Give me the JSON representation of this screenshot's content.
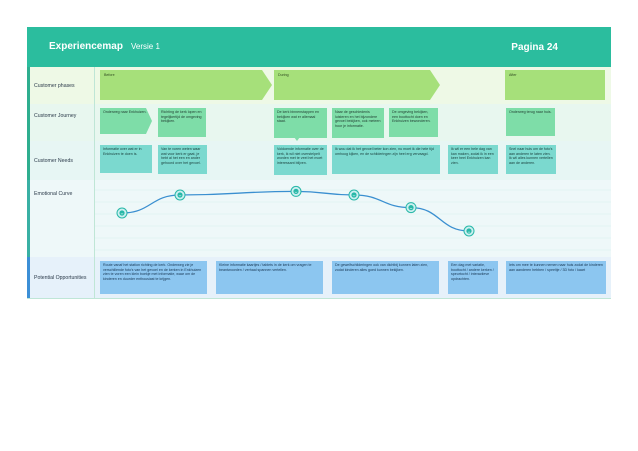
{
  "header": {
    "title": "Experiencemap",
    "version": "Versie 1",
    "page": "Pagina 24"
  },
  "lanes": {
    "phases": "Customer phases",
    "journey": "Customer Journey",
    "needs": "Customer Needs",
    "curve": "Emotional Curve",
    "opportunities": "Potential Opportunities"
  },
  "phases": [
    "Before",
    "During",
    "After"
  ],
  "journey": [
    "Onderweg naar Enkhuizen.",
    "Richting de kerk lopen en tegelijkertijd de omgeving bekijken.",
    "De kerk binnenstappen en bekijken wat er allemaal staat.",
    "Naar de geschiedenis luisteren en het bijzondere gevoel bekijken, ook meteen hoor je informatie.",
    "De omgeving bekijken, een boottocht doen en Enkhuizen bewonderen.",
    "Onderweg terug naar huis."
  ],
  "needs": [
    "Informatie over wat er in Enkhuizen te doen is.",
    "Van te voren weten waar wat voor kerk er gaat, je hebt al het een en ander gehoord over het gevoel.",
    "Voldoende informatie over de kerk, ik wil niet overstelpelt worden met te veel het moet interessant blijven.",
    "Ik wou dat ik het gevoel beter kon zien, nu moet ik die hele tijd omhoog kijken, en de schilderingen zijn heel erg vervaagd.",
    "Ik wil er een hele dag van kan maken, zodat ik in een keer heel Enkhuizen kan zien.",
    "Snel naar huis om de foto's aan anderen te laten zien. Ik wil alles kunnen vertellen aan de anderen."
  ],
  "opportunities": [
    "Route vanaf het station richting de kerk. Onderweg zie je verschillende foto's van het gevoel en de kerken in Enkhuizen zien te voren een klein boekje met informatie, waar om de kinderen en duurder enthousiast te krijgen.",
    "Kleine informatie kaartjes / tablets in de kerk om vragen te beantwoorden / verhaal spannen vertellen.",
    "De gewelfschilderingen ook van dichtbij kunnen laten zien, zodat kinderen alles goed kunnen bekijken.",
    "Een dag met variatie, boottocht / andere kerken / speurtocht / interactieve opdrachten.",
    "Iets om mee te kunnen nemen naar huis zodat de kinderen aan aanderen hebben / speeltje / 3D foto / kaart"
  ],
  "chart_data": {
    "type": "line",
    "title": "",
    "series": [
      {
        "values": [
          2,
          3,
          3.2,
          3,
          2.3,
          1
        ]
      }
    ],
    "point_icons": [
      "neutral",
      "happy",
      "happy",
      "happy",
      "neutral",
      "sad"
    ],
    "grid": true,
    "colors": {
      "line": "#3a8fd0",
      "marker": "#27b8a8"
    }
  }
}
